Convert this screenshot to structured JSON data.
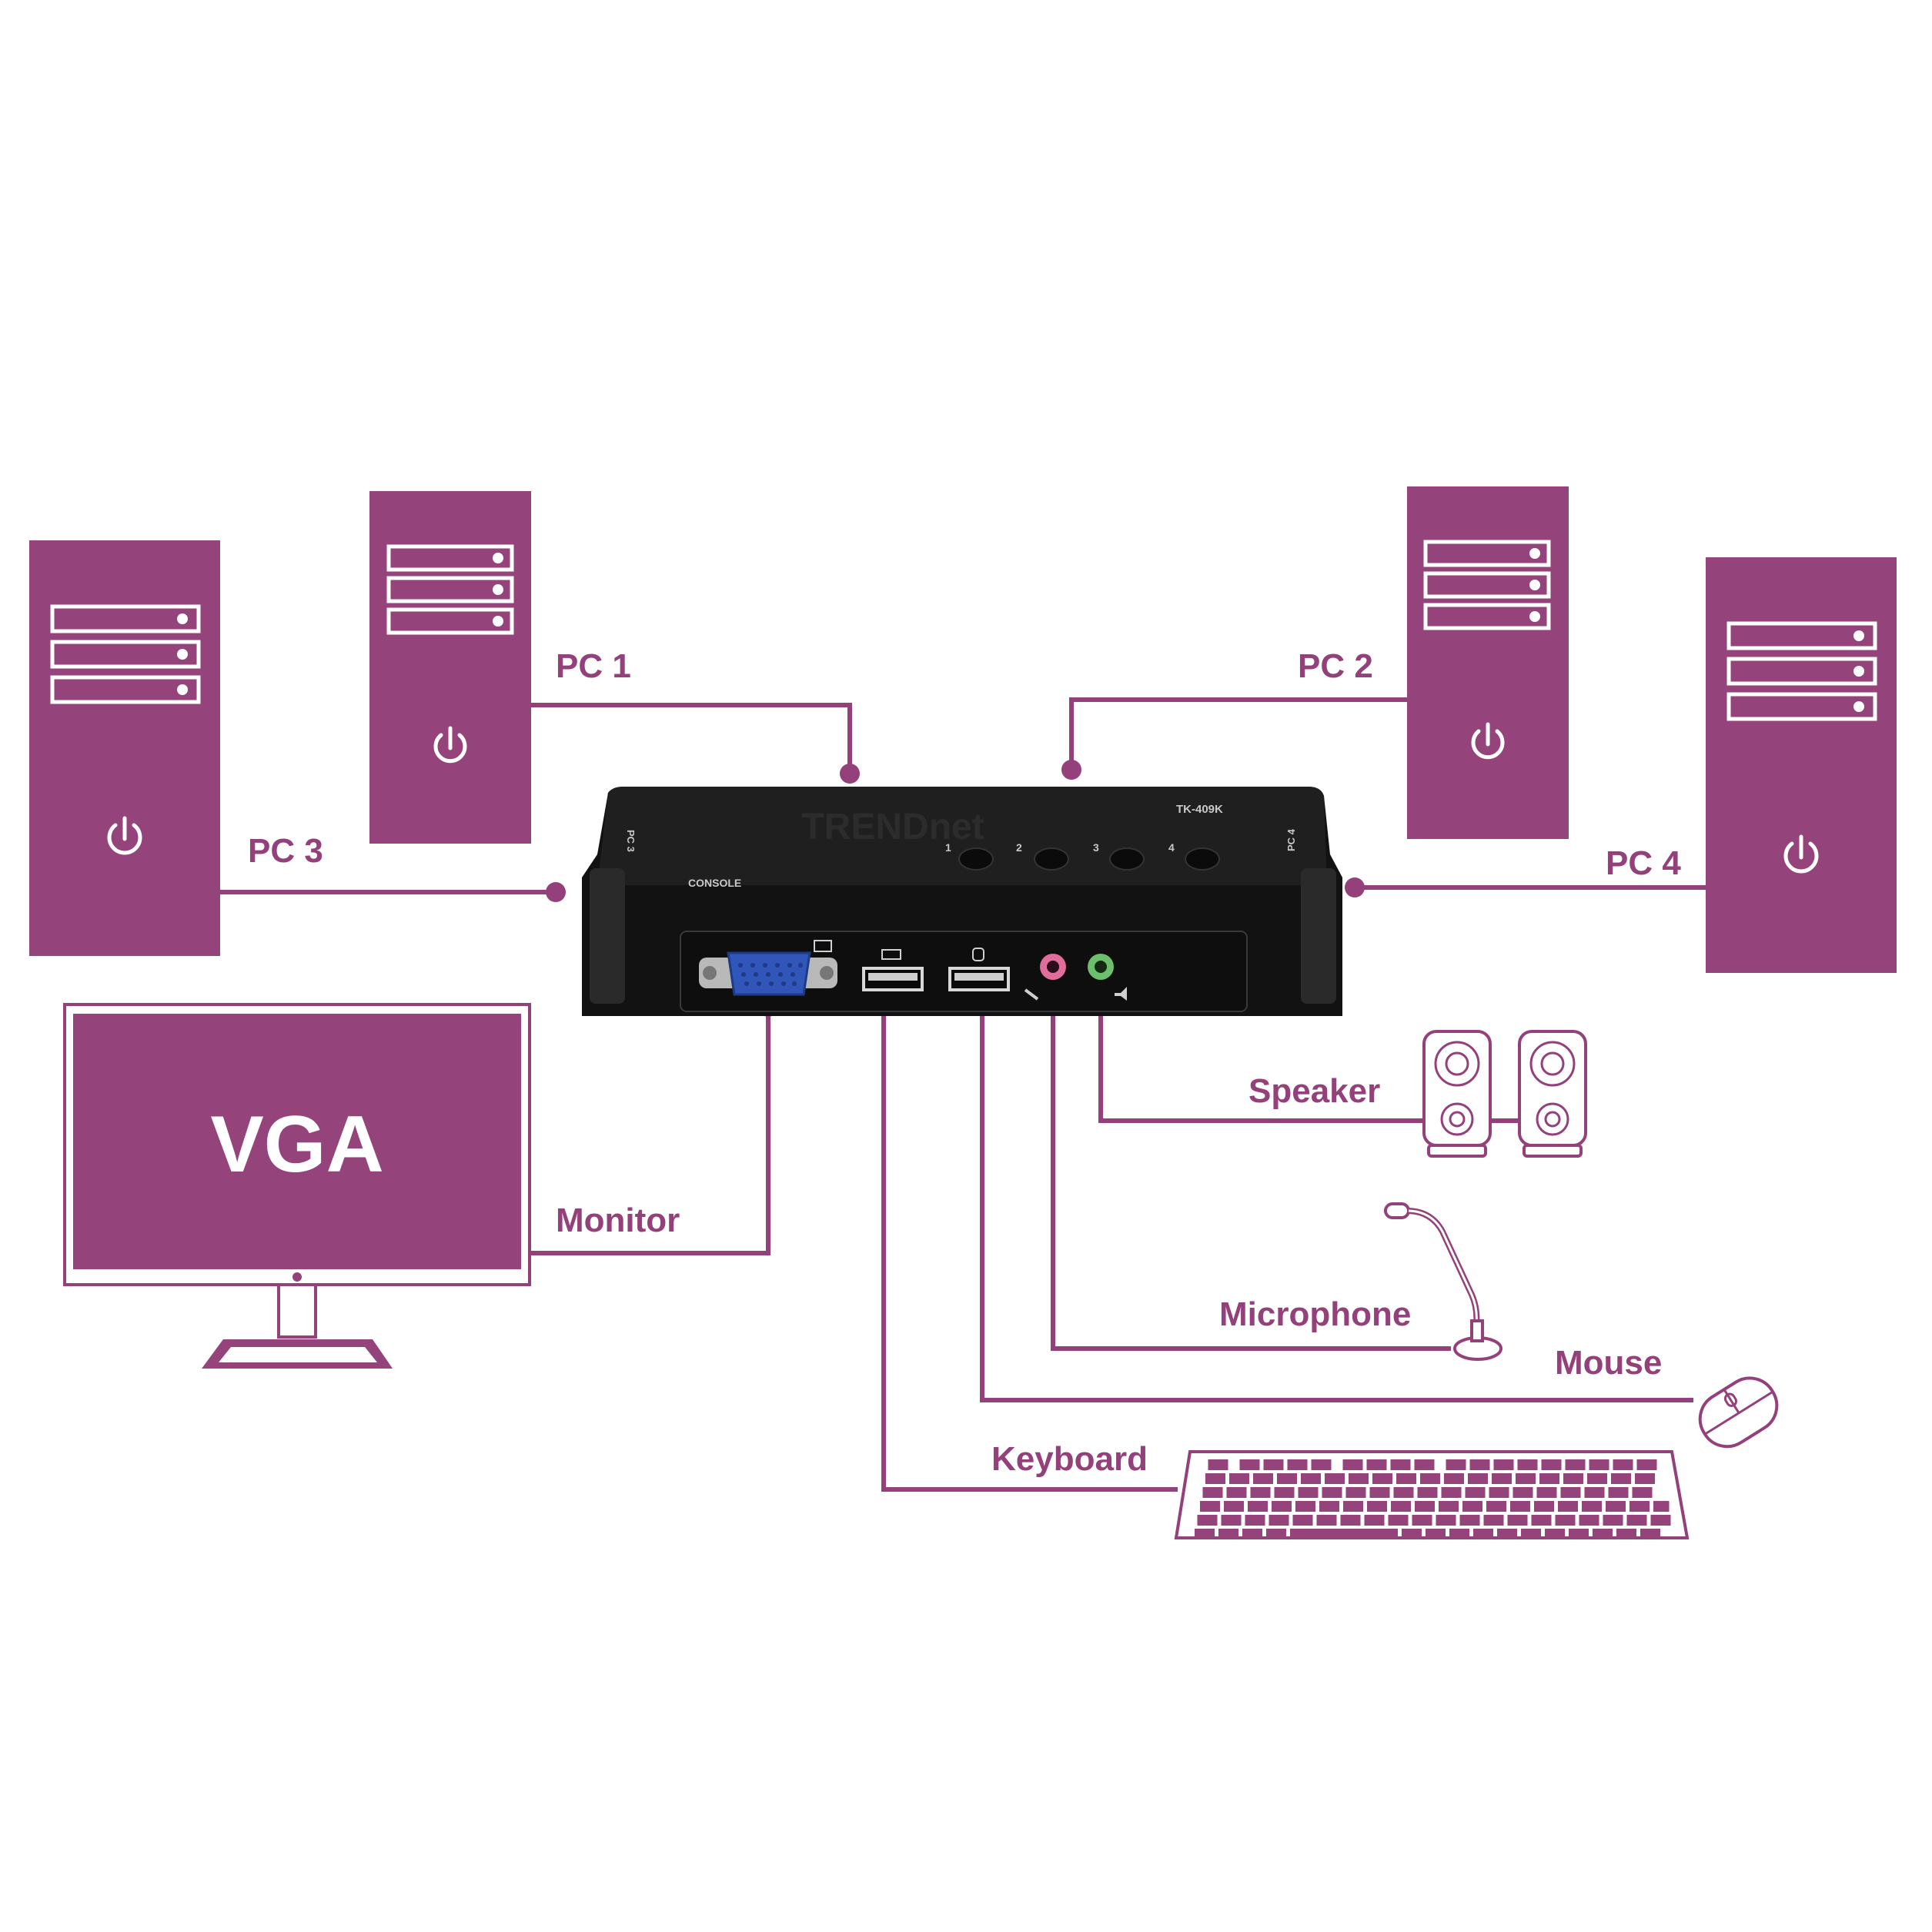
{
  "labels": {
    "pc1": "PC 1",
    "pc2": "PC 2",
    "pc3": "PC 3",
    "pc4": "PC 4",
    "monitor": "Monitor",
    "speaker": "Speaker",
    "microphone": "Microphone",
    "mouse": "Mouse",
    "keyboard": "Keyboard",
    "vga": "VGA"
  },
  "kvm": {
    "brand": "TRENDnet",
    "model": "TK-409K",
    "console_label": "CONSOLE",
    "port_left": "PC 3",
    "port_right": "PC 4",
    "buttons": [
      "1",
      "2",
      "3",
      "4"
    ]
  },
  "colors": {
    "accent": "#94407a",
    "device": "#94437b",
    "kvm_body": "#1a1a1a",
    "vga_port": "#2f56b8",
    "mic_jack": "#e06d9b",
    "speaker_jack": "#6dbf6d"
  },
  "icons": [
    "server-tower-icon",
    "power-icon",
    "monitor-icon",
    "speaker-icon",
    "microphone-icon",
    "mouse-icon",
    "keyboard-icon"
  ]
}
